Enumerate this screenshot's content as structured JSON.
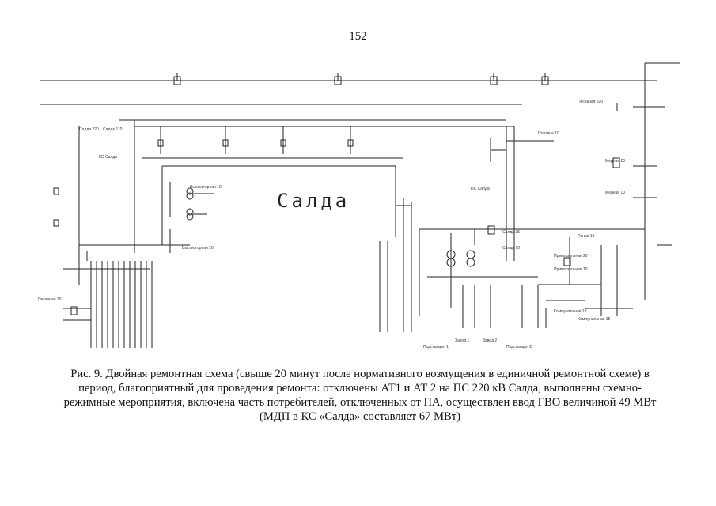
{
  "page": {
    "number": "152"
  },
  "diagram": {
    "title_label": "Салда",
    "nodes": [
      "Салда 220",
      "Салда 110",
      "КС Салда",
      "ПС Салда",
      "Салда 35",
      "Салда 10",
      "Высокогорная 10",
      "Высокогорная 20",
      "Песчаная 10",
      "Ясная 10",
      "Платина 10",
      "Песчаная 220",
      "Медная 20",
      "Медная 10",
      "Привокзальная 20",
      "Привокзальная 10",
      "Завод 1",
      "Завод 2",
      "Подстанция 1",
      "Подстанция 2",
      "Коммунальная 10",
      "Коммунальная 35"
    ]
  },
  "caption": {
    "lines": [
      "Рис. 9. Двойная ремонтная схема (свыше 20 минут после нормативного возмущения в единичной ремонтной схеме) в",
      "период, благоприятный для проведения ремонта: отключены АТ1 и АТ 2 на ПС 220 кВ Салда, выполнены схемно-",
      "режимные мероприятия, включена часть потребителей, отключенных от ПА, осуществлен ввод ГВО величиной 49 МВт",
      "(МДП в КС «Салда» составляет 67 МВт)"
    ]
  }
}
